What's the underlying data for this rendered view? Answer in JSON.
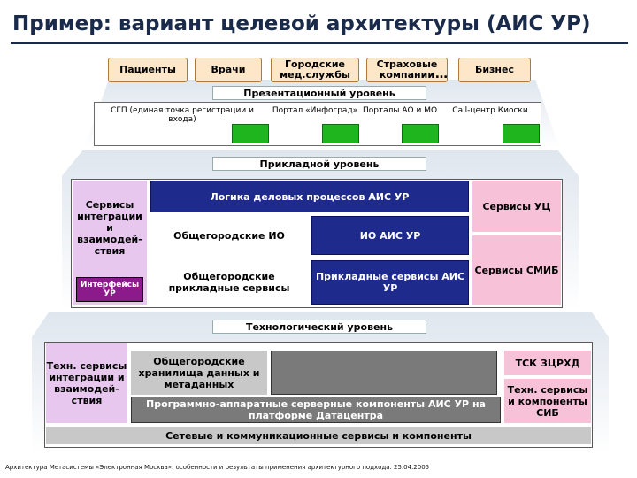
{
  "title": {
    "main": "Пример: вариант целевой архитектуры",
    "suffix": "(АИС УР)"
  },
  "actors": [
    "Пациенты",
    "Врачи",
    "Городские мед.службы",
    "Страховые компании",
    "Бизнес"
  ],
  "actors_more": "…",
  "presentation": {
    "label": "Презентационный уровень",
    "cells": [
      "СГП (единая точка регистрации и входа)",
      "Портал «Инфоград»",
      "Порталы АО и МО",
      "Call-центр Киоски"
    ]
  },
  "application": {
    "label": "Прикладной уровень",
    "integration": "Сервисы интеграции и взаимодей-ствия",
    "ur_interfaces": "Интерфейсы УР",
    "logic": "Логика деловых процессов АИС УР",
    "city_io": "Общегородские ИО",
    "ais_io": "ИО АИС УР",
    "city_services": "Общегородские прикладные сервисы",
    "app_services": "Прикладные сервисы АИС УР",
    "uc_services": "Сервисы УЦ",
    "smib_services": "Сервисы СМИБ"
  },
  "technology": {
    "label": "Технологический уровень",
    "tech_integration": "Техн. сервисы интеграции и взаимодей-ствия",
    "city_storage": "Общегородские хранилища данных и метаданных",
    "hardware": "Программно-аппаратные серверные компоненты АИС УР на платформе Датацентра",
    "tsk": "ТСК ЗЦРХД",
    "sib": "Техн. сервисы и компоненты СИБ",
    "network": "Сетевые и коммуникационные сервисы и компоненты"
  },
  "footer": "Архитектура Метасистемы «Электронная Москва»: особенности и результаты применения архитектурного подхода. 25.04.2005"
}
